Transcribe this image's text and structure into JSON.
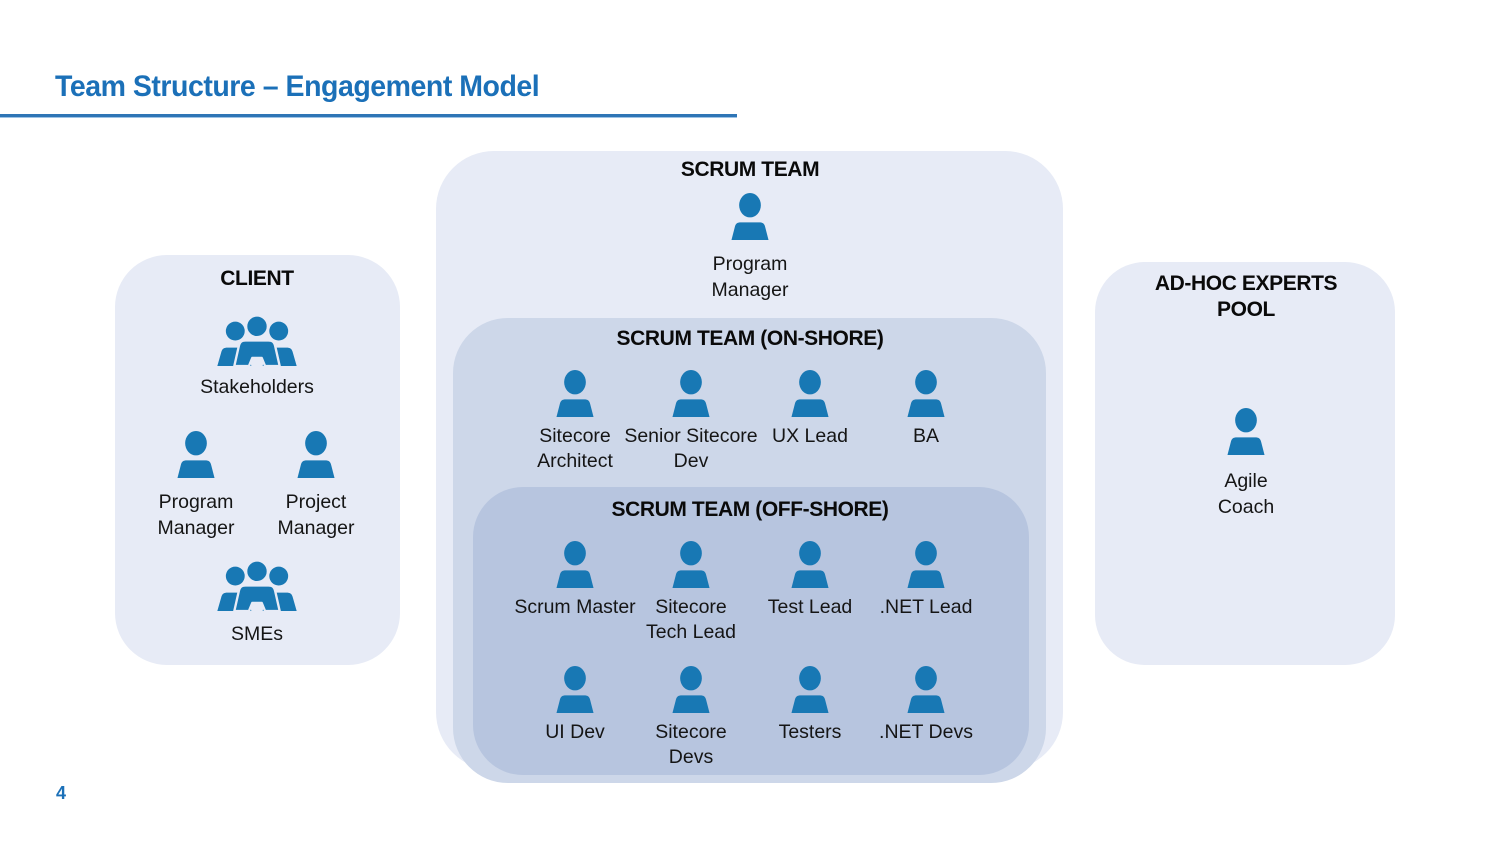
{
  "page": {
    "title": "Team Structure – Engagement Model",
    "page_number": "4"
  },
  "colors": {
    "accent_blue": "#1b70b8",
    "underline_blue": "#2e75b6",
    "icon_blue": "#1878b4",
    "box_light": "#e7ebf6",
    "box_medium": "#cdd7e9",
    "box_dark": "#b7c5df"
  },
  "client": {
    "header": "CLIENT",
    "members": [
      {
        "icon": "people-group-icon",
        "label": "Stakeholders"
      },
      {
        "icon": "person-icon",
        "label": "Program\nManager"
      },
      {
        "icon": "person-icon",
        "label": "Project\nManager"
      },
      {
        "icon": "people-group-icon",
        "label": "SMEs"
      }
    ]
  },
  "scrum": {
    "header": "SCRUM TEAM",
    "lead": {
      "icon": "person-icon",
      "label": "Program\nManager"
    }
  },
  "onshore": {
    "header": "SCRUM TEAM (ON-SHORE)",
    "members": [
      {
        "icon": "person-icon",
        "label": "Sitecore\nArchitect"
      },
      {
        "icon": "person-icon",
        "label": "Senior Sitecore\nDev"
      },
      {
        "icon": "person-icon",
        "label": "UX Lead"
      },
      {
        "icon": "person-icon",
        "label": "BA"
      }
    ]
  },
  "offshore": {
    "header": "SCRUM TEAM (OFF-SHORE)",
    "row1": [
      {
        "icon": "person-icon",
        "label": "Scrum Master"
      },
      {
        "icon": "person-icon",
        "label": "Sitecore\nTech Lead"
      },
      {
        "icon": "person-icon",
        "label": "Test Lead"
      },
      {
        "icon": "person-icon",
        "label": ".NET Lead"
      }
    ],
    "row2": [
      {
        "icon": "person-icon",
        "label": "UI Dev"
      },
      {
        "icon": "person-icon",
        "label": "Sitecore\nDevs"
      },
      {
        "icon": "person-icon",
        "label": "Testers"
      },
      {
        "icon": "person-icon",
        "label": ".NET Devs"
      }
    ]
  },
  "adhoc": {
    "header": "AD-HOC EXPERTS\nPOOL",
    "member": {
      "icon": "person-icon",
      "label": "Agile\nCoach"
    }
  }
}
